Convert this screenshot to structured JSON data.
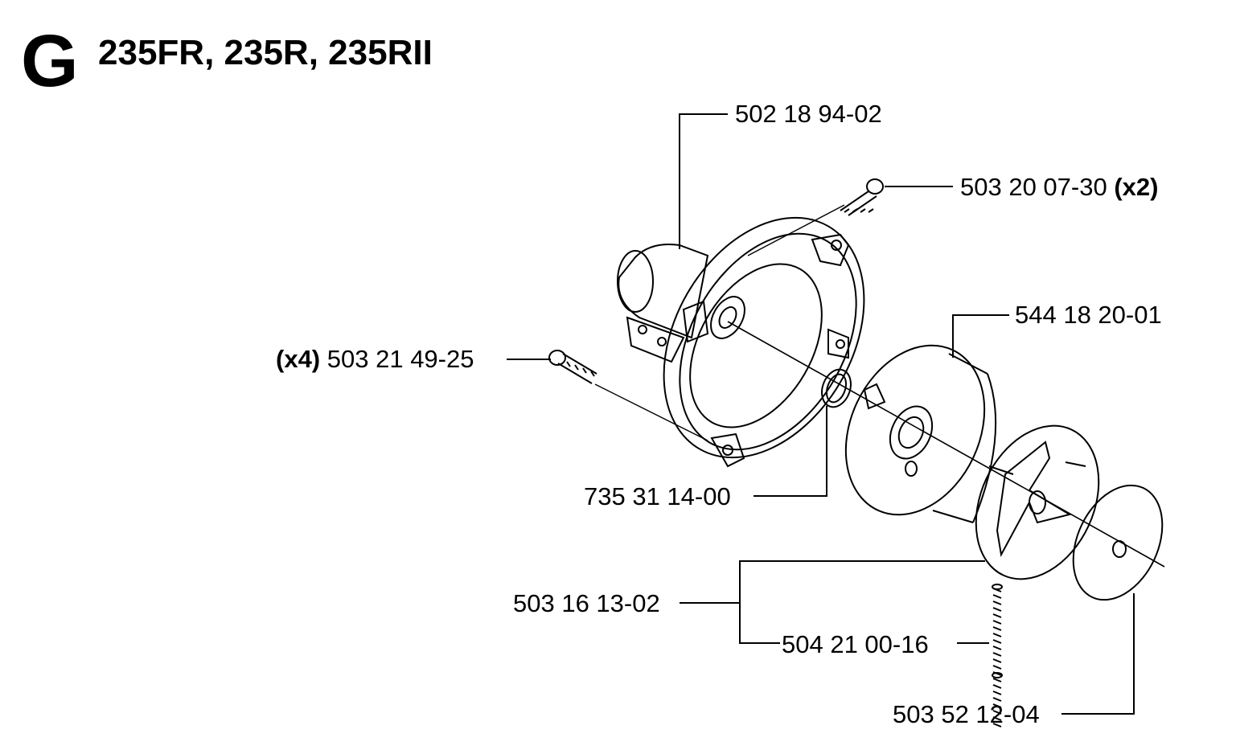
{
  "section_letter": "G",
  "title": "235FR, 235R, 235RII",
  "parts": {
    "gear_housing": "502 18 94-02",
    "housing_screw": "503 20 07-30",
    "housing_screw_qty": "(x2)",
    "flange_screw": "503 21 49-25",
    "flange_screw_qty": "(x4)",
    "clutch_drum": "544 18 20-01",
    "o_ring": "735 31 14-00",
    "clutch_shoe": "503 16 13-02",
    "clutch_spring": "504 21 00-16",
    "washer": "503 52 12-04"
  }
}
